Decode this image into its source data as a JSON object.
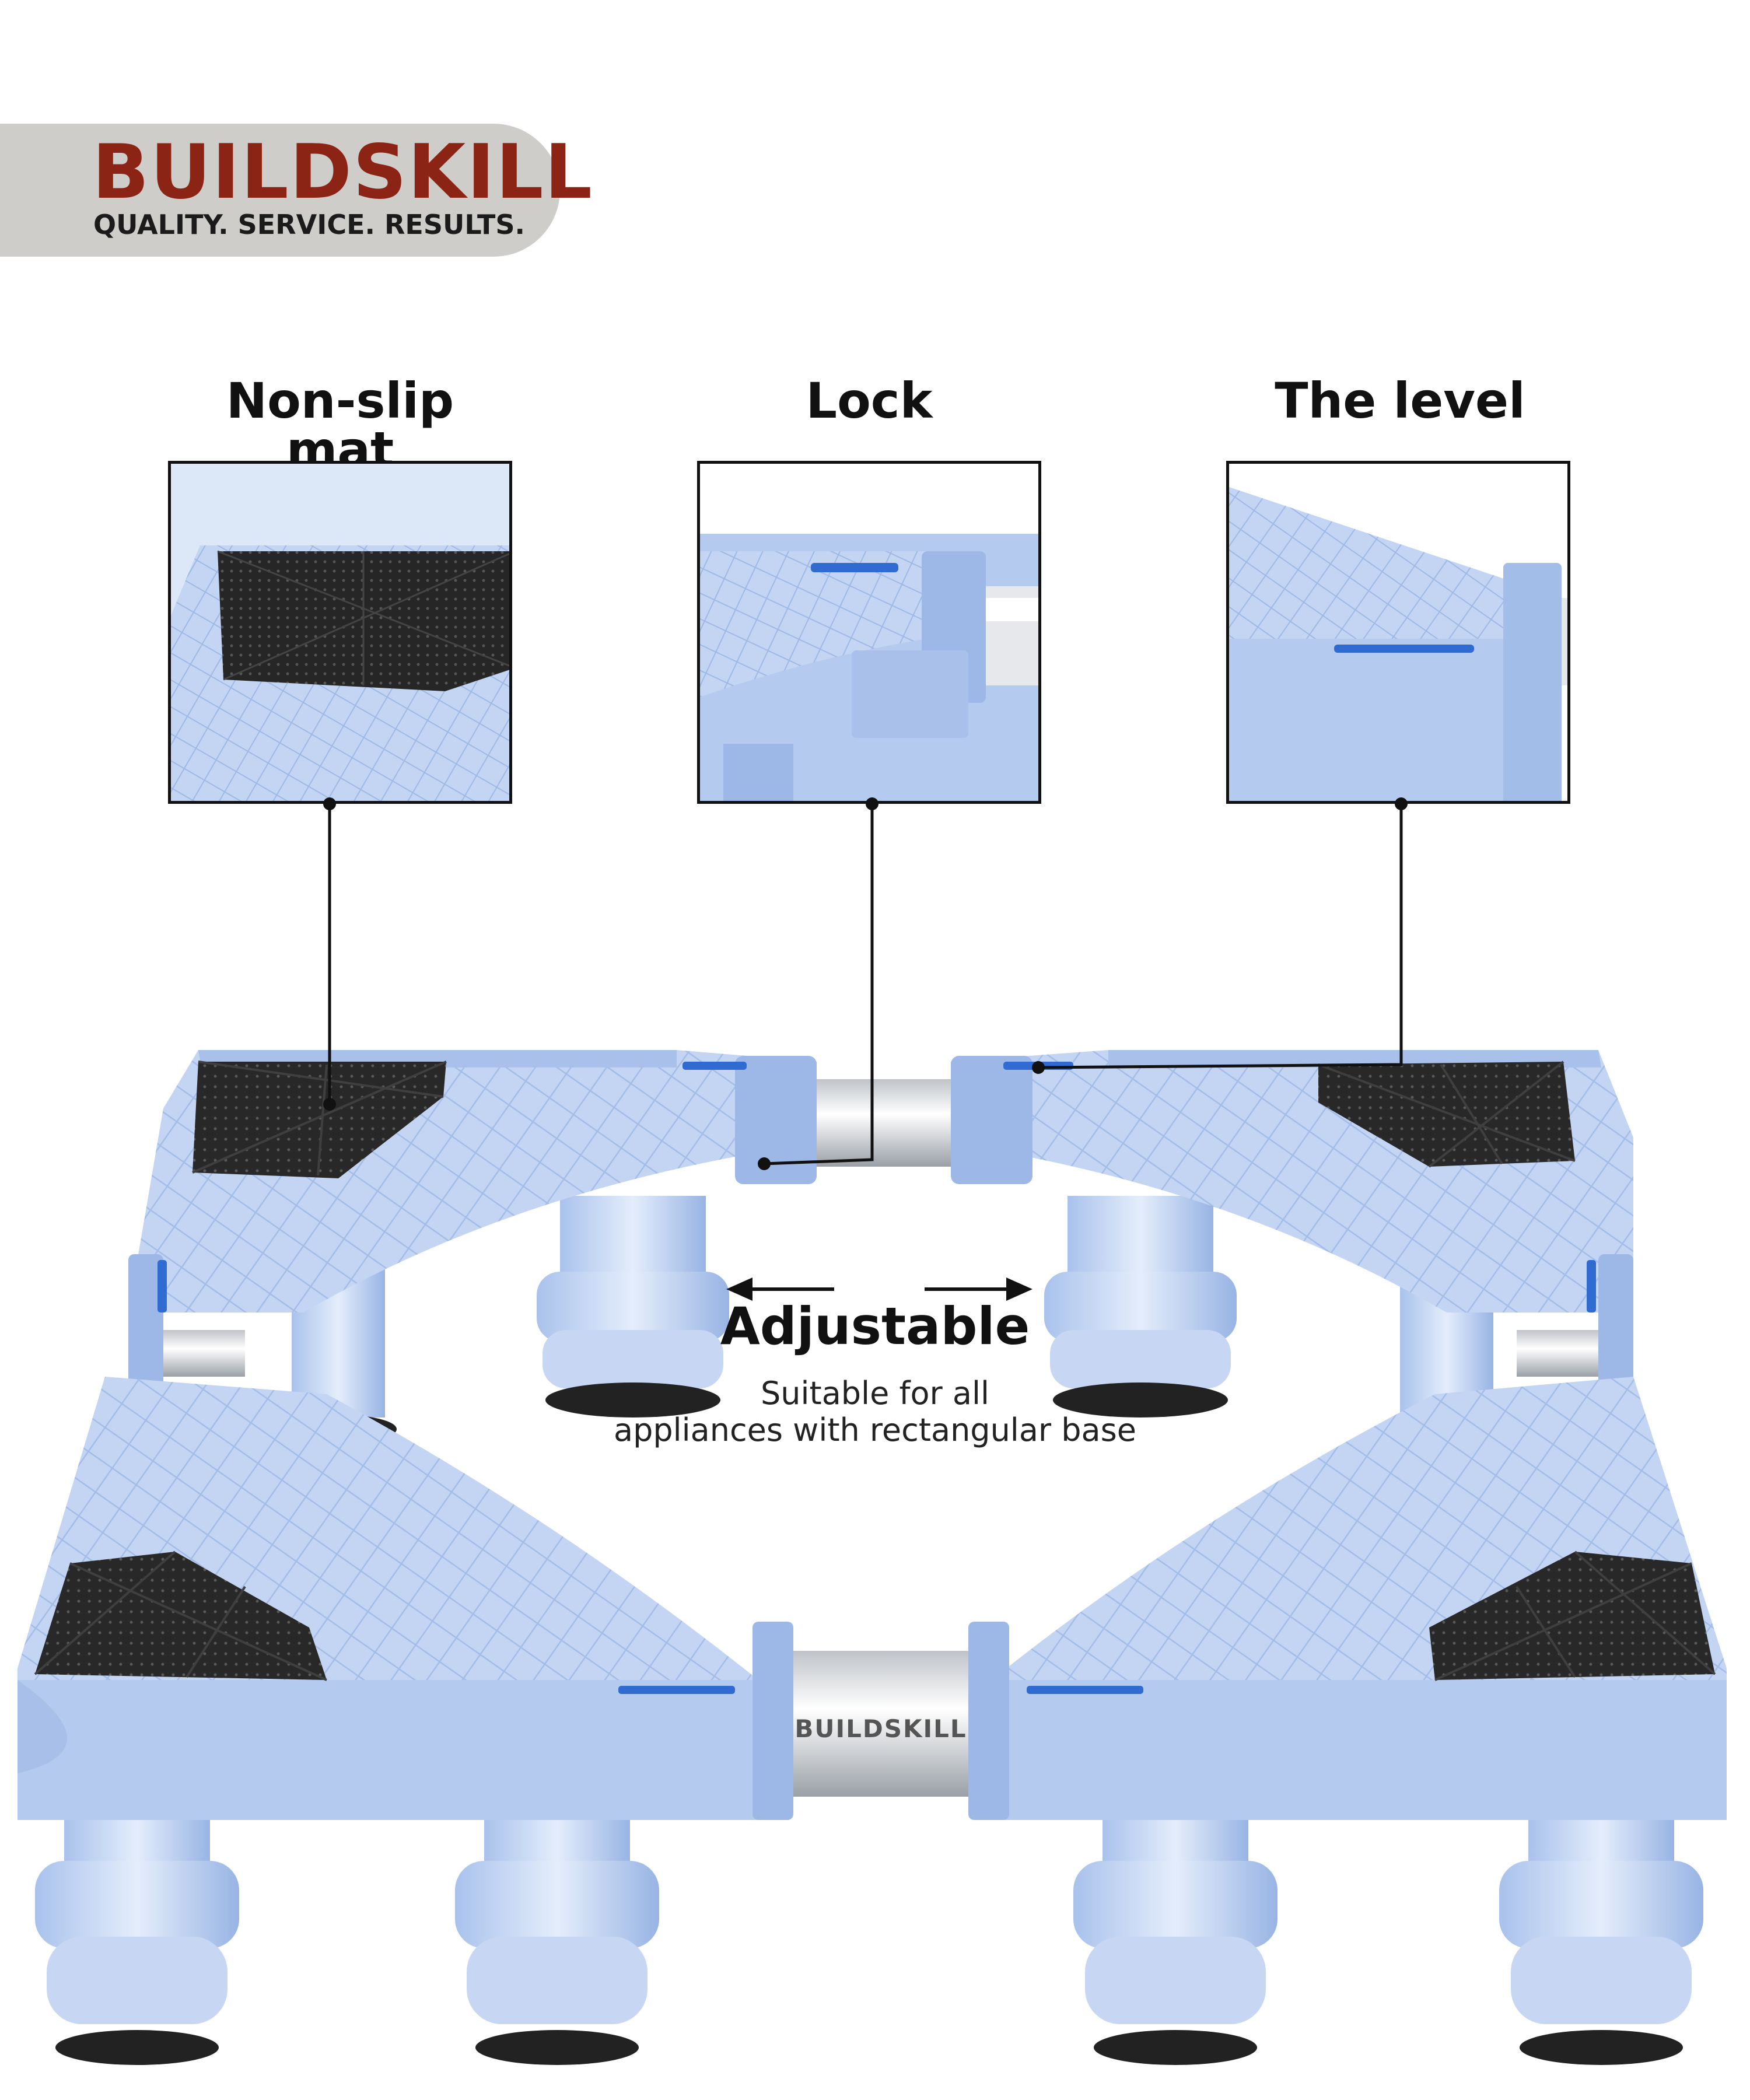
{
  "brand": {
    "name": "BUILDSKILL",
    "tagline": "QUALITY. SERVICE. RESULTS.",
    "rail_text": "BUILDSKILL",
    "colors": {
      "name": "#8b2414",
      "pill": "#cfcdca",
      "stand": "#b8cdef",
      "mat": "#2a2a2a"
    }
  },
  "features": [
    {
      "title": "Non-slip mat"
    },
    {
      "title": "Lock"
    },
    {
      "title": "The level"
    }
  ],
  "adjustable": {
    "title": "Adjustable",
    "line1": "Suitable for all",
    "line2": "appliances with rectangular base"
  }
}
